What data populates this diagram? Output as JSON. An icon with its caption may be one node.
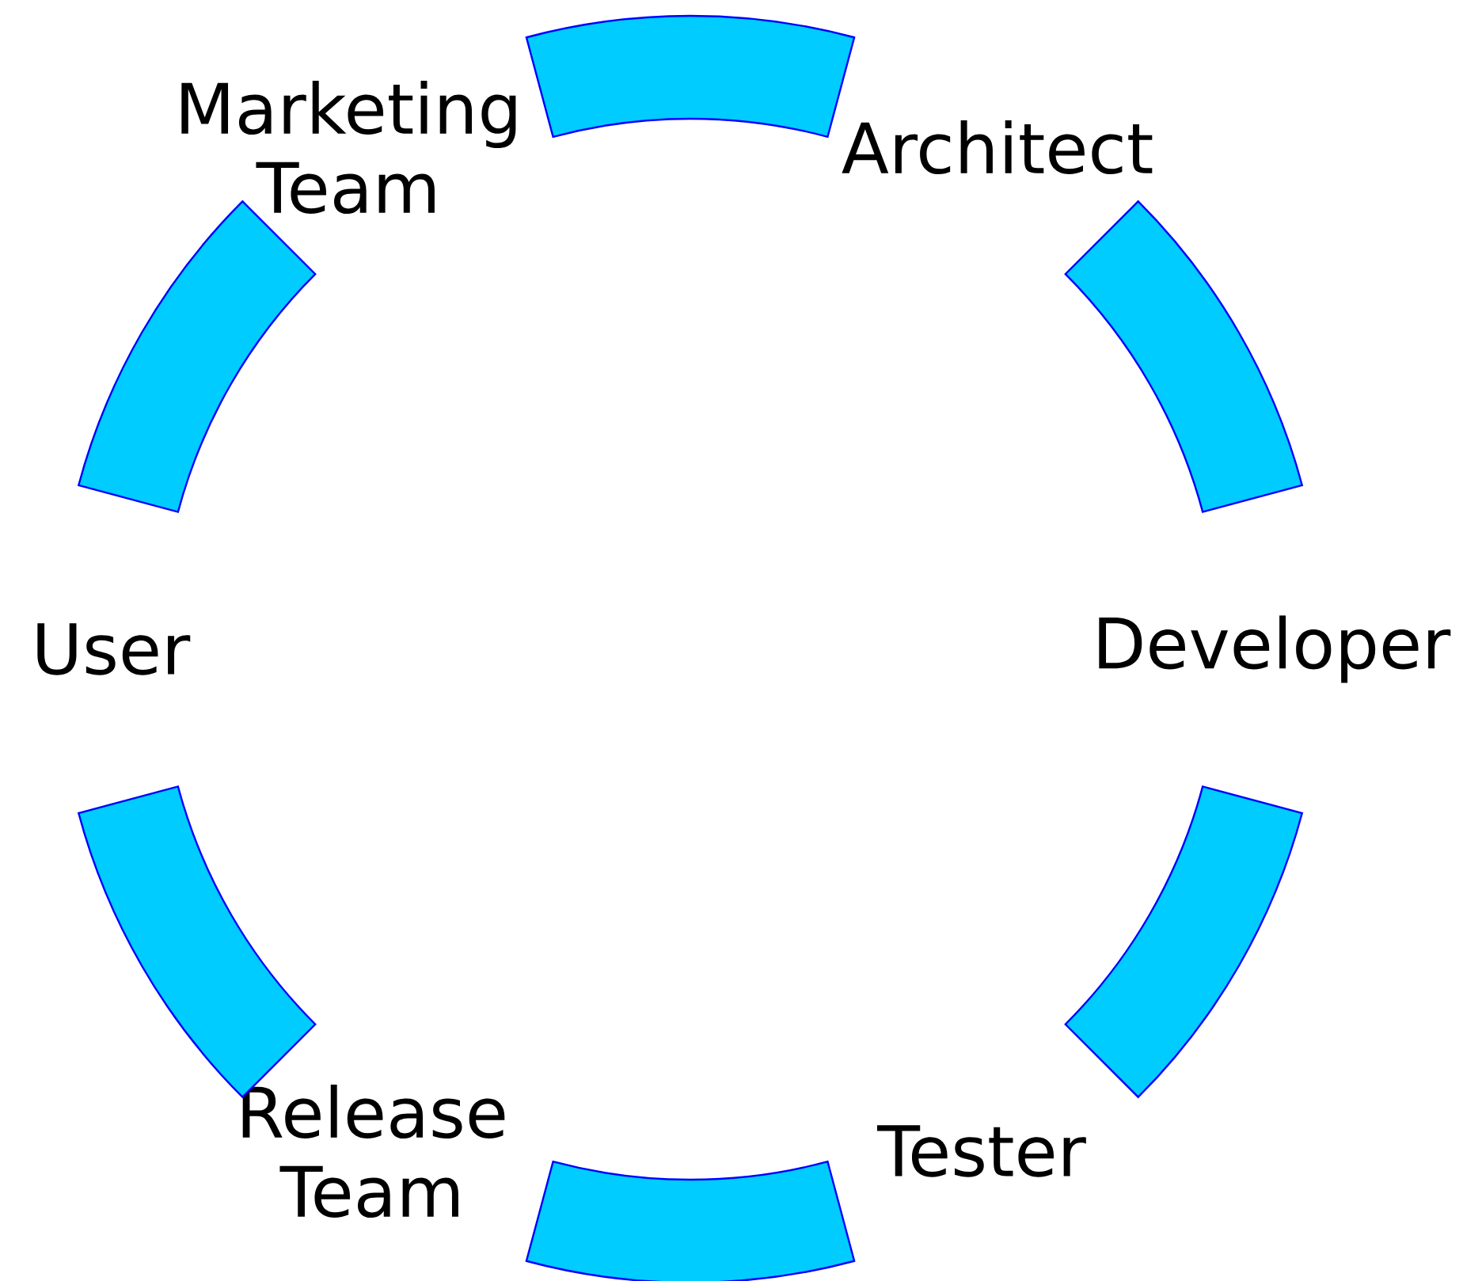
{
  "diagram": {
    "nodes": [
      {
        "text": [
          "Marketing Team"
        ]
      },
      {
        "text": [
          "Architect"
        ]
      },
      {
        "text": [
          "User"
        ]
      },
      {
        "text": [
          "Developer"
        ]
      },
      {
        "text": [
          "Release Team"
        ]
      },
      {
        "text": [
          "Tester"
        ]
      }
    ],
    "edges": [
      {
        "from": 0,
        "to": 1,
        "arrow": "none"
      },
      {
        "from": 1,
        "to": 3,
        "arrow": "none"
      },
      {
        "from": 3,
        "to": 5,
        "arrow": "none"
      },
      {
        "from": 5,
        "to": 4,
        "arrow": "none"
      },
      {
        "from": 4,
        "to": 2,
        "arrow": "none"
      },
      {
        "from": 2,
        "to": 0,
        "arrow": "none"
      }
    ]
  }
}
